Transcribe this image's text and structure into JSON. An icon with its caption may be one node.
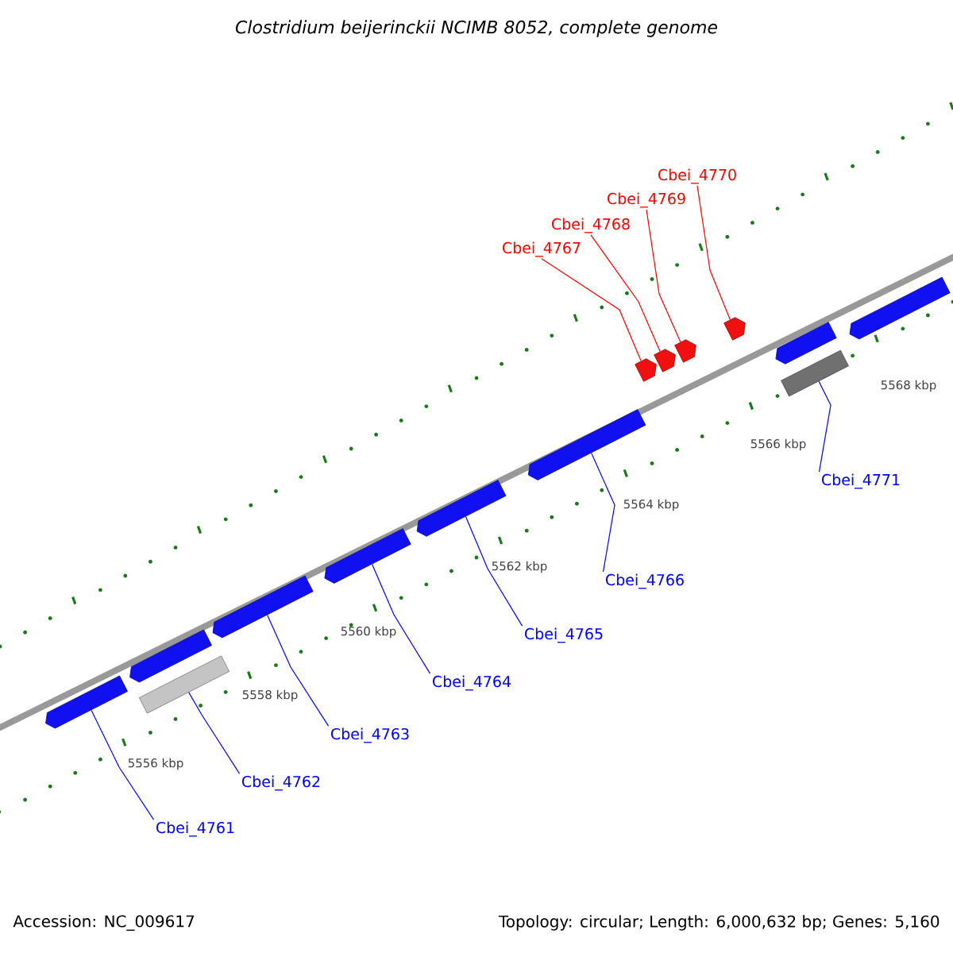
{
  "diagram": {
    "title": "*Clostridium beijerinckii* NCIMB 8052, complete genome",
    "nodes": [
      {
        "text": [
          "Cbei_4770"
        ]
      },
      {
        "text": [
          "Cbei_4769"
        ]
      },
      {
        "text": [
          "Cbei_4768"
        ]
      },
      {
        "text": [
          "Cbei_4767"
        ]
      },
      {
        "text": [],
        "shape": "arrow"
      },
      {
        "text": [],
        "shape": "arrow"
      },
      {
        "text": [],
        "shape": "arrow"
      },
      {
        "text": [],
        "shape": "arrow"
      },
      {
        "text": [],
        "shape": "arrow"
      },
      {
        "text": [],
        "shape": "arrow"
      },
      {
        "text": [],
        "shape": "arrow"
      },
      {
        "text": [],
        "shape": "arrow"
      },
      {
        "text": [],
        "shape": "arrow"
      },
      {
        "text": [],
        "shape": "arrow"
      },
      {
        "text": [],
        "shape": "arrow"
      },
      {
        "text": [],
        "shape": "arrow"
      },
      {
        "text": [],
        "shape": "box"
      },
      {
        "text": [],
        "shape": "box"
      },
      {
        "text": [
          "Cbei_4771"
        ]
      },
      {
        "text": [
          "Cbei_4766"
        ]
      },
      {
        "text": [
          "Cbei_4765"
        ]
      },
      {
        "text": [
          "Cbei_4764"
        ]
      },
      {
        "text": [
          "Cbei_4763"
        ]
      },
      {
        "text": [
          "Cbei_4762"
        ]
      },
      {
        "text": [
          "Cbei_4761"
        ]
      }
    ],
    "edges": [
      {
        "from": 0,
        "to": 7,
        "arrow": "none",
        "color": "#ff0000"
      },
      {
        "from": 1,
        "to": 6,
        "arrow": "none",
        "color": "#ff0000"
      },
      {
        "from": 2,
        "to": 5,
        "arrow": "none",
        "color": "#ff0000"
      },
      {
        "from": 3,
        "to": 4,
        "arrow": "none",
        "color": "#ff0000"
      },
      {
        "from": 18,
        "to": 17,
        "arrow": "none"
      },
      {
        "from": 19,
        "to": 13,
        "arrow": "none"
      },
      {
        "from": 20,
        "to": 12,
        "arrow": "none"
      },
      {
        "from": 21,
        "to": 11,
        "arrow": "none"
      },
      {
        "from": 22,
        "to": 10,
        "arrow": "none"
      },
      {
        "from": 23,
        "to": 16,
        "arrow": "none"
      },
      {
        "from": 24,
        "to": 8,
        "arrow": "none"
      }
    ],
    "labels": [
      "5568 kbp",
      "5566 kbp",
      "5564 kbp",
      "5562 kbp",
      "5560 kbp",
      "5558 kbp",
      "5556 kbp",
      "Accession: NC_009617",
      "Topology: circular; Length: 6,000,632 bp; Genes: 5,160"
    ]
  }
}
